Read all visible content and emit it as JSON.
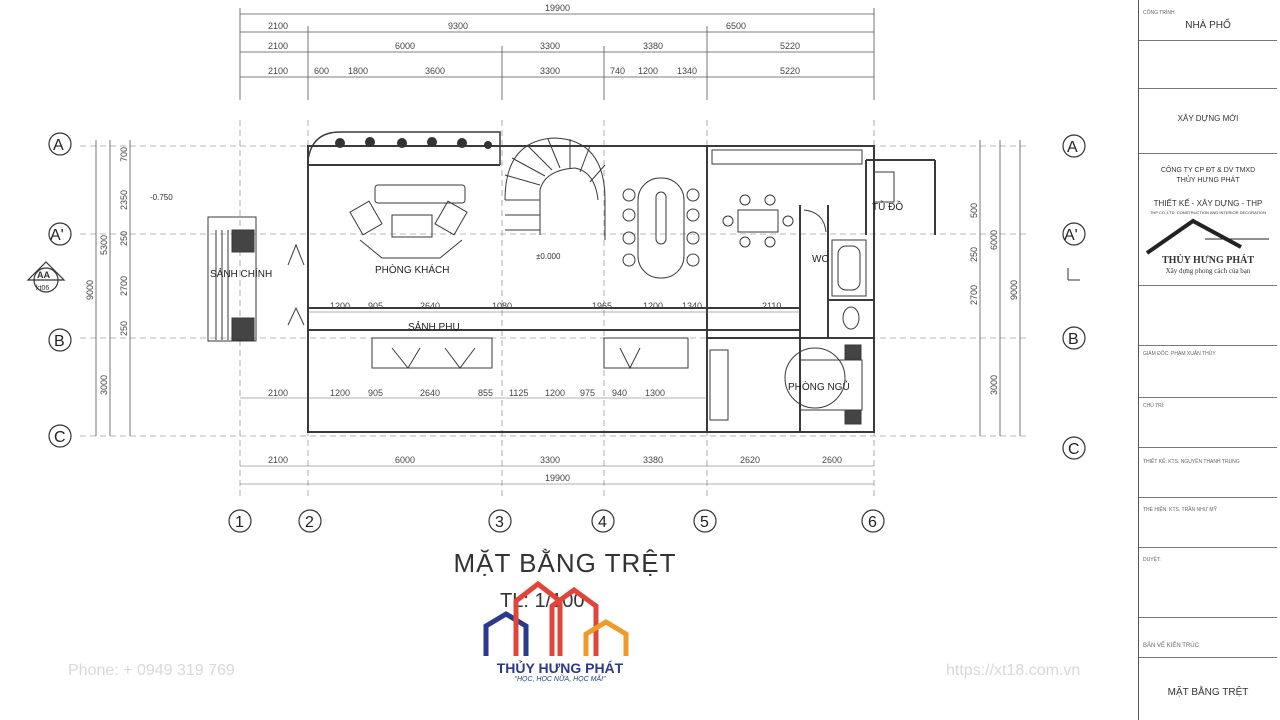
{
  "drawing": {
    "title": "MẶT BẰNG TRỆT",
    "scale": "TL: 1/100",
    "rooms": {
      "living": "PHÒNG KHÁCH",
      "main_hall": "SẢNH CHÍNH",
      "side_hall": "SẢNH PHỤ",
      "bedroom": "PHÒNG NGỦ",
      "wc": "WC",
      "shower": "TỦ ĐỒ"
    },
    "levels": {
      "floor": "±0.000",
      "step": "-0.750"
    },
    "section_marker": {
      "top": "AA",
      "bottom": "kt06"
    },
    "grid_cols": [
      "1",
      "2",
      "3",
      "4",
      "5",
      "6"
    ],
    "grid_rows": [
      "A",
      "A'",
      "B",
      "C"
    ],
    "dims_top_row1": [
      "19900"
    ],
    "dims_top_row2": [
      "2100",
      "9300",
      "6500"
    ],
    "dims_top_row3": [
      "2100",
      "6000",
      "3300",
      "3380",
      "5220"
    ],
    "dims_top_row4": [
      "2100",
      "600",
      "1800",
      "3600",
      "3300",
      "740",
      "1200",
      "1340",
      "5220"
    ],
    "dims_mid_row": [
      "1200",
      "905",
      "2640",
      "1080",
      "1965",
      "1200",
      "1340",
      "2110"
    ],
    "dims_low_row": [
      "2100",
      "1200",
      "905",
      "2640",
      "855",
      "1125",
      "1200",
      "975",
      "940",
      "1300"
    ],
    "dims_bottom_row1": [
      "2100",
      "6000",
      "3300",
      "3380",
      "2620",
      "2600"
    ],
    "dims_bottom_row2": [
      "19900"
    ],
    "dims_left_outer": [
      "9000"
    ],
    "dims_left_mid": [
      "700",
      "2350",
      "5300",
      "250",
      "2700",
      "250",
      "3000"
    ],
    "dims_right_outer": [
      "9000"
    ],
    "dims_right_mid": [
      "500",
      "250",
      "6000",
      "2700",
      "3000"
    ]
  },
  "watermark": {
    "phone": "Phone: +  0949 319 769",
    "website": "https://xt18.com.vn",
    "brand_name": "THỦY HƯNG PHÁT",
    "brand_slogan": "\"HỌC, HỌC NỮA, HỌC MÃI\""
  },
  "title_block": {
    "project_label": "CÔNG TRÌNH",
    "project": "NHÀ PHỐ",
    "category": "XÂY DỰNG MỚI",
    "company": "CÔNG TY CP ĐT & DV TMXD",
    "company2": "THỦY HƯNG PHÁT",
    "service": "THIẾT KẾ - XÂY DỰNG - THP",
    "service_en": "THP CO.,LTD. CONSTRUCTION AND INTERIOR DECORATION",
    "brand": "THỦY HƯNG PHÁT",
    "brand_tag": "Xây dựng phong cách của bạn",
    "director": "GIÁM ĐỐC: PHẠM XUÂN THỦY",
    "chief": "CHỦ TRÌ: ",
    "designer": "THIẾT KẾ: KTS. NGUYỄN THANH TRUNG",
    "drafter": "THỂ HIỆN: KTS. TRẦN NHƯ MỸ",
    "checker": "DUYỆT: ",
    "sheet_type": "BẢN VẼ KIẾN TRÚC",
    "sheet_name": "MẶT BẰNG TRỆT"
  },
  "colors": {
    "line": "#3a3a3a",
    "grid": "#555555",
    "brand_red": "#e0453a",
    "brand_blue": "#2a3a8a",
    "brand_orange": "#f09a2a"
  }
}
